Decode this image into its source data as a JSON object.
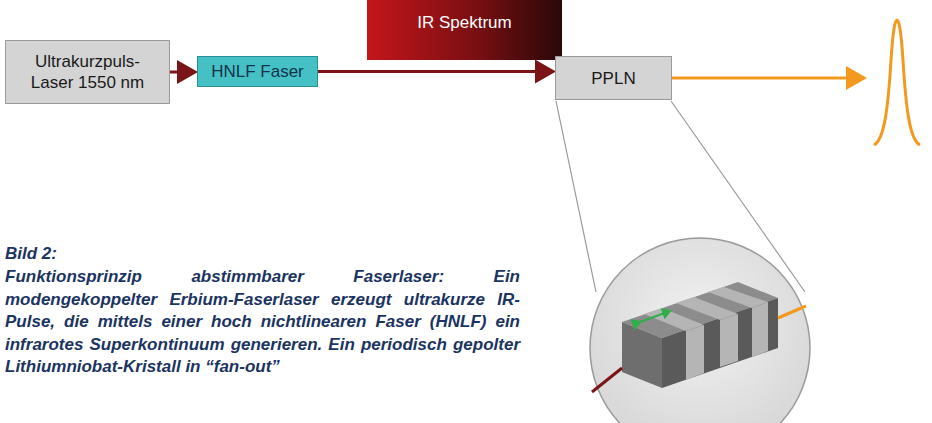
{
  "diagram": {
    "title": "Bild 2:",
    "caption": "Funktionsprinzip abstimmbarer Faserlaser: Ein modengekoppelter Erbium-Faserlaser erzeugt ultrakurze IR-Pulse, die mittels einer hoch nichtlinearen Faser (HNLF) ein infrarotes Superkontinuum generieren. Ein periodisch gepolter Lithiumniobat-Kristall in “fan-out”",
    "nodes": [
      {
        "text": [
          "Ultrakurzpuls- Laser 1550 nm"
        ]
      },
      {
        "text": [
          "HNLF Faser"
        ]
      },
      {
        "text": [
          "IR Spektrum"
        ]
      },
      {
        "text": [
          "PPLN"
        ]
      }
    ],
    "edges": [
      {
        "from": 0,
        "to": 1,
        "arrow": "to"
      },
      {
        "from": 1,
        "to": 3,
        "arrow": "to"
      }
    ]
  }
}
